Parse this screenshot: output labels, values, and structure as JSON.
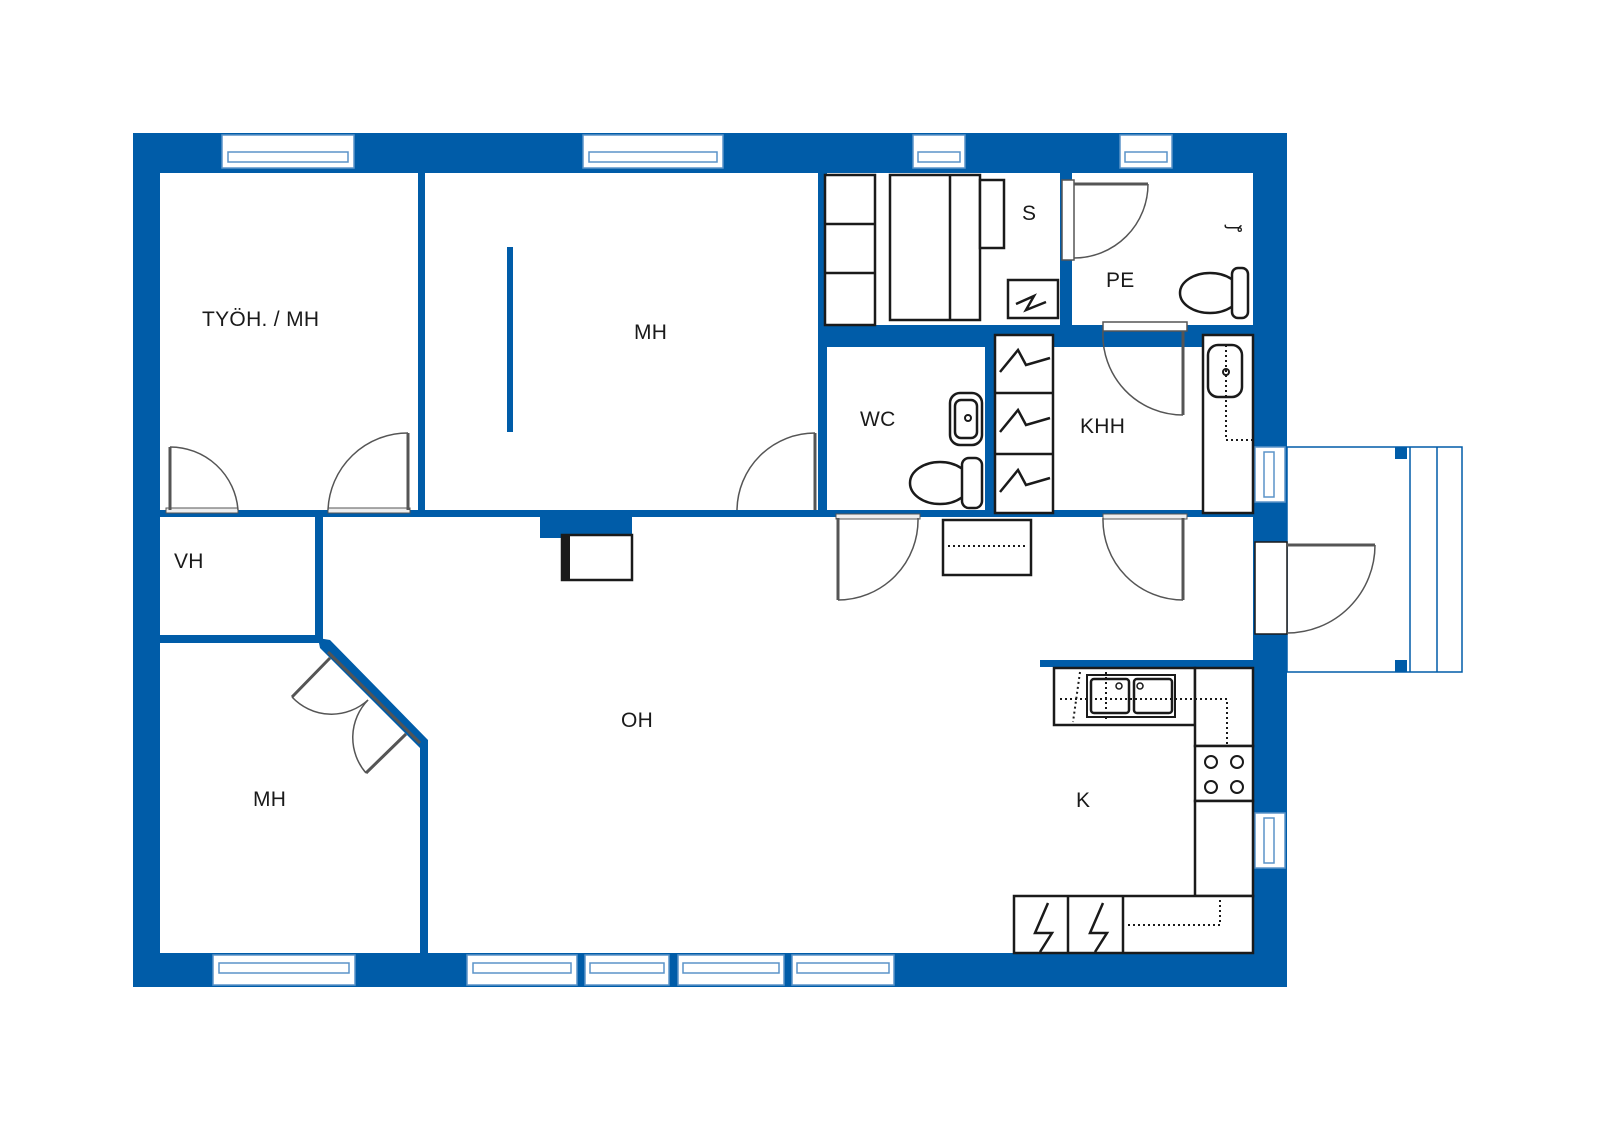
{
  "floor_plan": {
    "colors": {
      "wall": "#005ca8",
      "window_frame": "#5b93c8",
      "fixture_line": "#1a1a1a",
      "background": "#ffffff"
    },
    "rooms": [
      {
        "id": "tyoh_mh",
        "label": "TYÖH. / MH"
      },
      {
        "id": "mh_top",
        "label": "MH"
      },
      {
        "id": "s",
        "label": "S"
      },
      {
        "id": "pe",
        "label": "PE"
      },
      {
        "id": "wc",
        "label": "WC"
      },
      {
        "id": "khh",
        "label": "KHH"
      },
      {
        "id": "vh",
        "label": "VH"
      },
      {
        "id": "oh",
        "label": "OH"
      },
      {
        "id": "mh_bottom",
        "label": "MH"
      },
      {
        "id": "k",
        "label": "K"
      }
    ]
  }
}
